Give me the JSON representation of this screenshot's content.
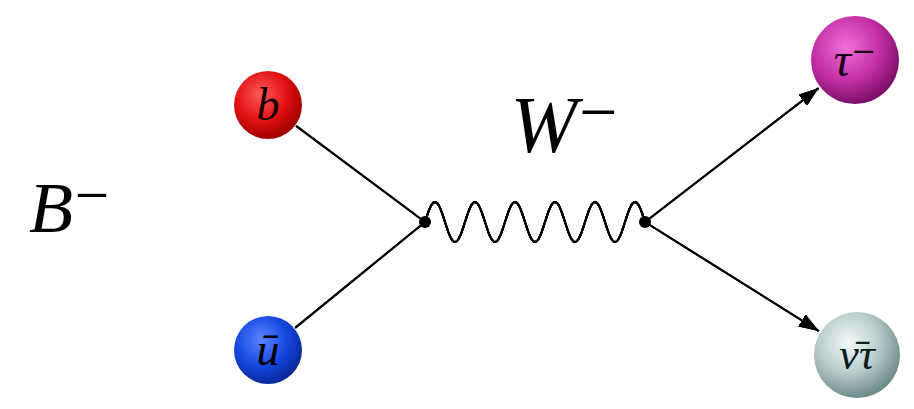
{
  "diagram": {
    "nodes": [
      {
        "text": [
          "B⁻"
        ]
      },
      {
        "text": [
          "b"
        ],
        "in": 0
      },
      {
        "text": [
          "ū"
        ],
        "in": 0
      },
      {
        "text": [
          "τ⁻"
        ]
      },
      {
        "text": [
          "ν̄τ"
        ]
      }
    ],
    "edges": [
      {
        "from": 1,
        "to": 3,
        "arrow": "to"
      },
      {
        "from": 1,
        "to": 4,
        "arrow": "to"
      },
      {
        "from": 2,
        "to": 3,
        "arrow": "to"
      },
      {
        "from": 2,
        "to": 4,
        "arrow": "to"
      }
    ],
    "labels": [
      "W⁻"
    ]
  }
}
